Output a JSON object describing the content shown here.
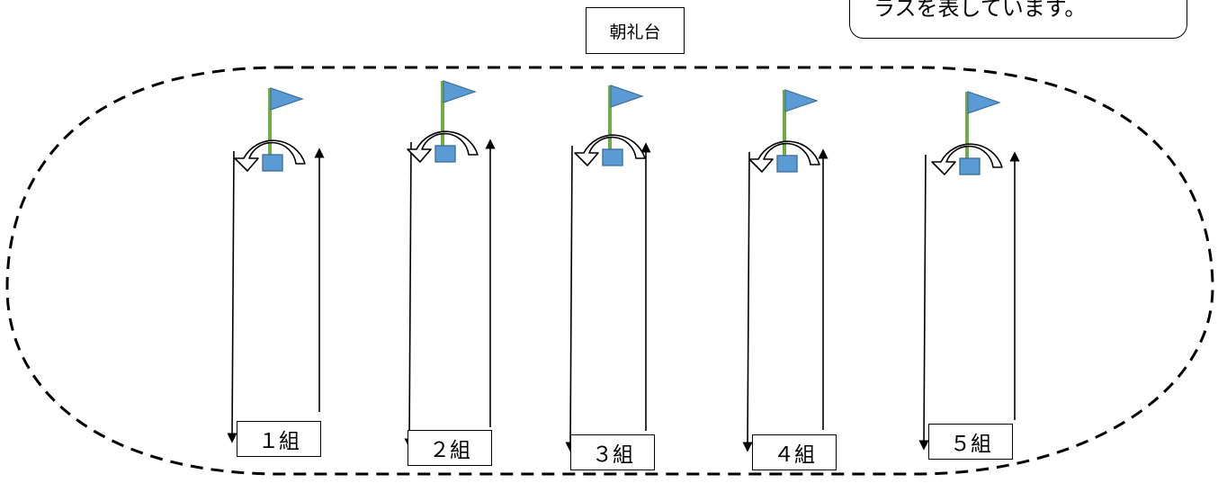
{
  "podium_label": "朝礼台",
  "callout_text": "ラスを表しています。",
  "classes": [
    {
      "label": "１組"
    },
    {
      "label": "２組"
    },
    {
      "label": "３組"
    },
    {
      "label": "４組"
    },
    {
      "label": "５組"
    }
  ],
  "colors": {
    "flag": "#5b9bd5",
    "pole": "#70ad47",
    "marker": "#5b9bd5",
    "track": "#000000"
  },
  "icons": [
    "flag-icon",
    "turn-arrow-icon",
    "marker-cone"
  ]
}
